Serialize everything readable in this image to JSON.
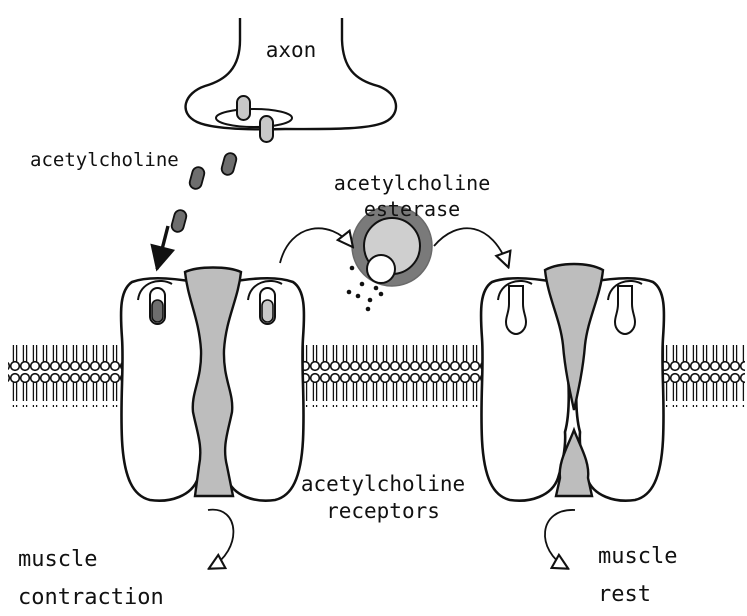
{
  "labels": {
    "axon": "axon",
    "acetylcholine": "acetylcholine",
    "esterase_line1": "acetylcholine",
    "esterase_line2": "esterase",
    "receptors_line1": "acetylcholine",
    "receptors_line2": "receptors",
    "contraction_line1": "muscle",
    "contraction_line2": "contraction",
    "rest_line1": "muscle",
    "rest_line2": "rest"
  },
  "colors": {
    "outline": "#111111",
    "channel_gray": "#bdbdbd",
    "molecule_dark": "#6e6e6e",
    "molecule_light": "#c8c8c8",
    "enzyme_outer": "#7a7a7a",
    "enzyme_inner": "#cfcfcf"
  },
  "icons": {
    "neurotransmitter": "acetylcholine-molecule-icon",
    "enzyme": "acetylcholine-esterase-icon",
    "arrow": "curved-arrow-icon"
  }
}
